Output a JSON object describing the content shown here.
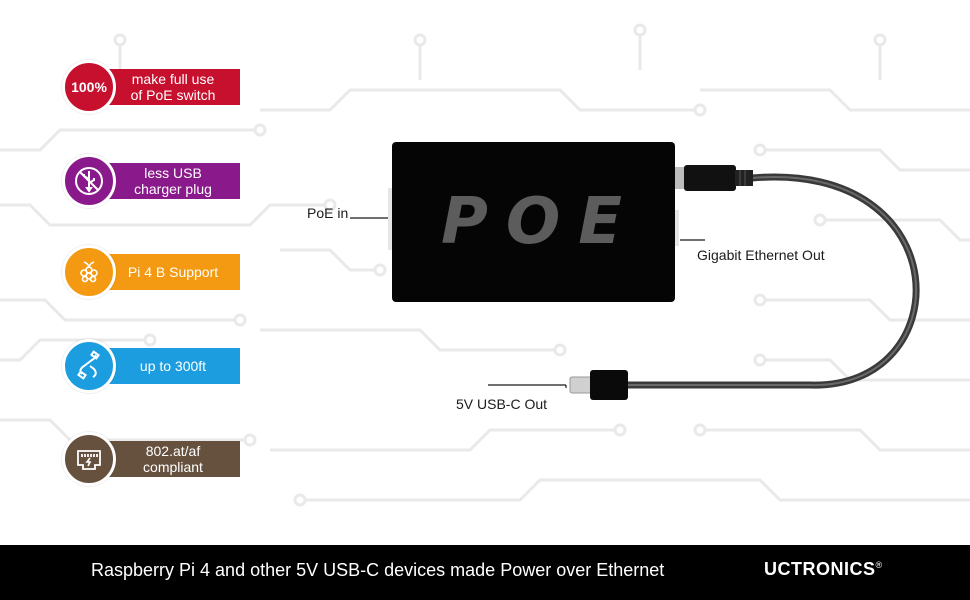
{
  "features": [
    {
      "id": "full-use",
      "badge_text": "100%",
      "icon": "percent-badge",
      "line1": "make full use",
      "line2": "of PoE switch",
      "color": "#c7102e"
    },
    {
      "id": "usb",
      "badge_text": "",
      "icon": "no-usb-icon",
      "line1": "less USB",
      "line2": "charger plug",
      "color": "#8a1a8b"
    },
    {
      "id": "pi",
      "badge_text": "",
      "icon": "raspberry-pi-icon",
      "line1": "Pi 4 B Support",
      "line2": "",
      "color": "#f39a12"
    },
    {
      "id": "range",
      "badge_text": "",
      "icon": "cable-icon",
      "line1": "up to 300ft",
      "line2": "",
      "color": "#1c9de0"
    },
    {
      "id": "standard",
      "badge_text": "",
      "icon": "ethernet-port-icon",
      "line1": "802.at/af",
      "line2": "compliant",
      "color": "#66513f"
    }
  ],
  "device": {
    "label": "POE",
    "callouts": {
      "poe_in": "PoE in",
      "gigabit_out": "Gigabit Ethernet Out",
      "usbc_out": "5V USB-C Out"
    }
  },
  "footer": {
    "caption": "Raspberry Pi 4 and other 5V USB-C devices made Power over Ethernet",
    "brand": "UCTRONICS",
    "brand_mark": "®"
  },
  "colors": {
    "background": "#ffffff",
    "circuit": "#e9e9e9",
    "footer_bg": "#000000",
    "device": "#050505",
    "cable": "#3a3a3a"
  }
}
